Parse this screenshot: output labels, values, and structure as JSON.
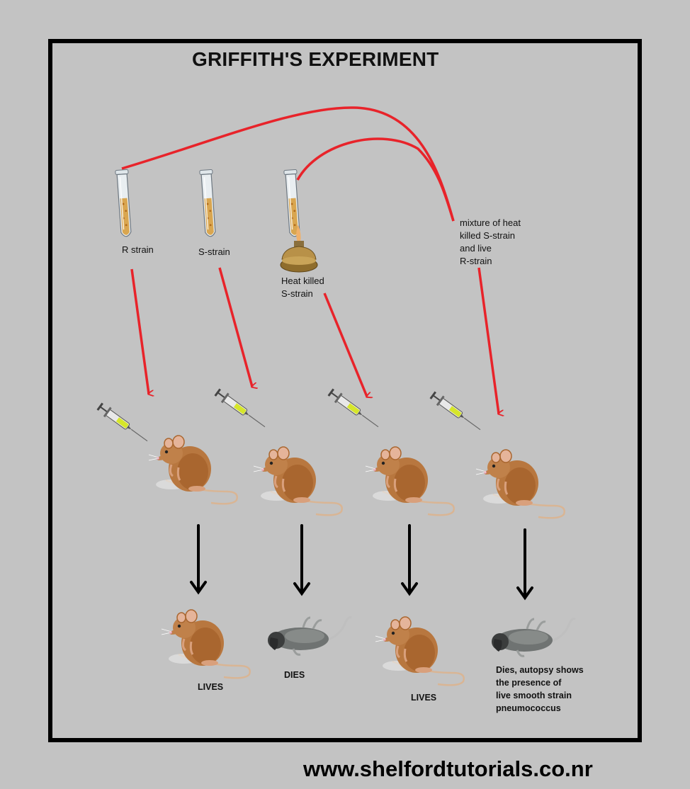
{
  "title": "GRIFFITH'S EXPERIMENT",
  "tubes": {
    "r_strain": "R strain",
    "s_strain": "S-strain",
    "heat_killed": [
      "Heat killed",
      "S-strain"
    ]
  },
  "mixture_label": [
    "mixture of heat",
    "killed S-strain",
    "and live",
    "R-strain"
  ],
  "outcomes": {
    "r": "LIVES",
    "s": "DIES",
    "heat": "LIVES",
    "mix": [
      "Dies, autopsy shows",
      "the presence of",
      "live smooth strain",
      "pneumococcus"
    ]
  },
  "footer": "www.shelfordtutorials.co.nr",
  "colors": {
    "background": "#c3c3c3",
    "frame": "#000000",
    "red_arrow": "#e8232a",
    "black_arrow": "#000000",
    "mouse_fur": "#b8773f",
    "dead_mouse": "#6f7372",
    "syringe_fluid": "#d6e62a"
  }
}
